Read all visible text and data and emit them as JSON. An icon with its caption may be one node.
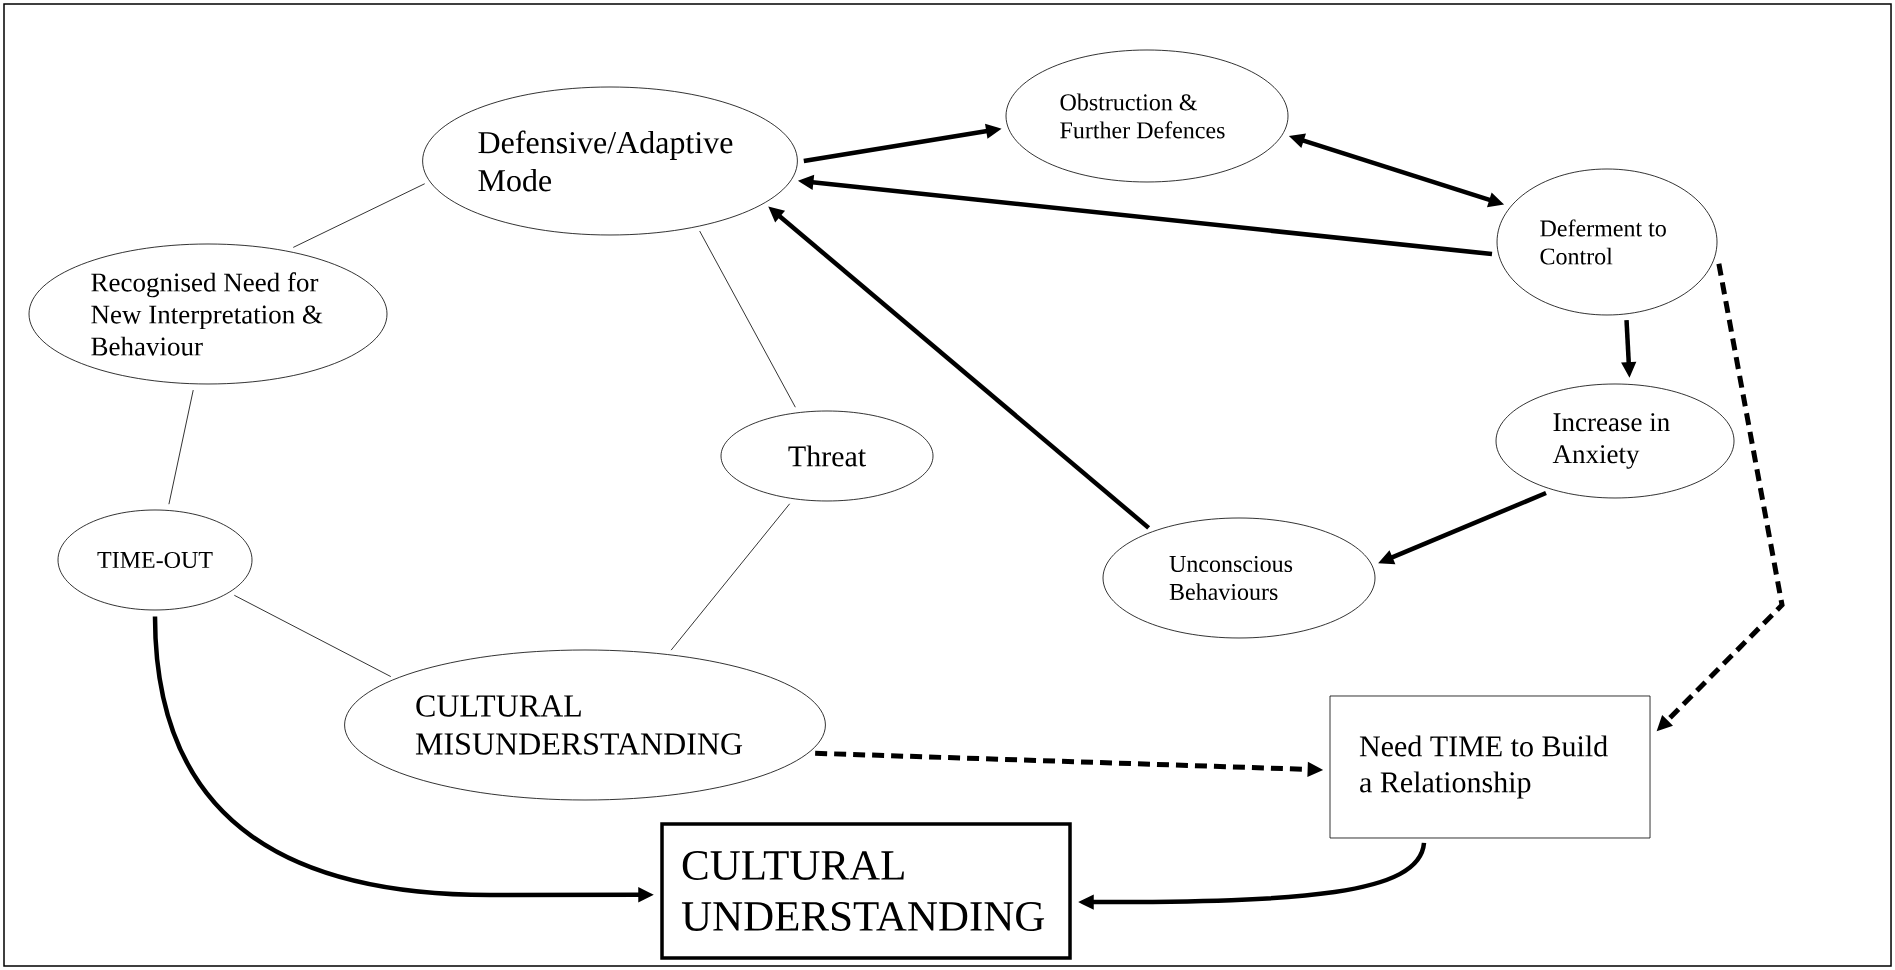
{
  "diagram": {
    "nodes": [
      {
        "text": [
          "Defensive/Adaptive Mode"
        ]
      },
      {
        "text": [
          "Obstruction & Further Defences"
        ]
      },
      {
        "text": [
          "Recognised Need for New Interpretation & Behaviour"
        ]
      },
      {
        "text": [
          "Deferment to Control"
        ]
      },
      {
        "text": [
          "Threat"
        ]
      },
      {
        "text": [
          "Increase in Anxiety"
        ]
      },
      {
        "text": [
          "TIME-OUT"
        ]
      },
      {
        "text": [
          "Unconscious Behaviours"
        ]
      },
      {
        "text": [
          "CULTURAL MISUNDERSTANDING"
        ]
      },
      {
        "text": [
          "Need TIME to Build a Relationship"
        ]
      },
      {
        "text": [
          "CULTURAL UNDERSTANDING"
        ]
      }
    ],
    "edges": [
      {
        "from": 2,
        "to": 0,
        "arrow": "none"
      },
      {
        "from": 0,
        "to": 4,
        "arrow": "none"
      },
      {
        "from": 2,
        "to": 6,
        "arrow": "none"
      },
      {
        "from": 6,
        "to": 8,
        "arrow": "none"
      },
      {
        "from": 4,
        "to": 8,
        "arrow": "none"
      },
      {
        "from": 0,
        "to": 1,
        "arrow": "to"
      },
      {
        "from": 1,
        "to": 3,
        "arrow": "both"
      },
      {
        "from": 3,
        "to": 0,
        "arrow": "to"
      },
      {
        "from": 7,
        "to": 0,
        "arrow": "to"
      },
      {
        "from": 3,
        "to": 5,
        "arrow": "to"
      },
      {
        "from": 5,
        "to": 7,
        "arrow": "to"
      },
      {
        "from": 3,
        "to": 9,
        "arrow": "to",
        "style": "dashed"
      },
      {
        "from": 8,
        "to": 9,
        "arrow": "to",
        "style": "dashed"
      },
      {
        "from": 6,
        "to": 10,
        "arrow": "to"
      },
      {
        "from": 9,
        "to": 10,
        "arrow": "to"
      }
    ]
  }
}
